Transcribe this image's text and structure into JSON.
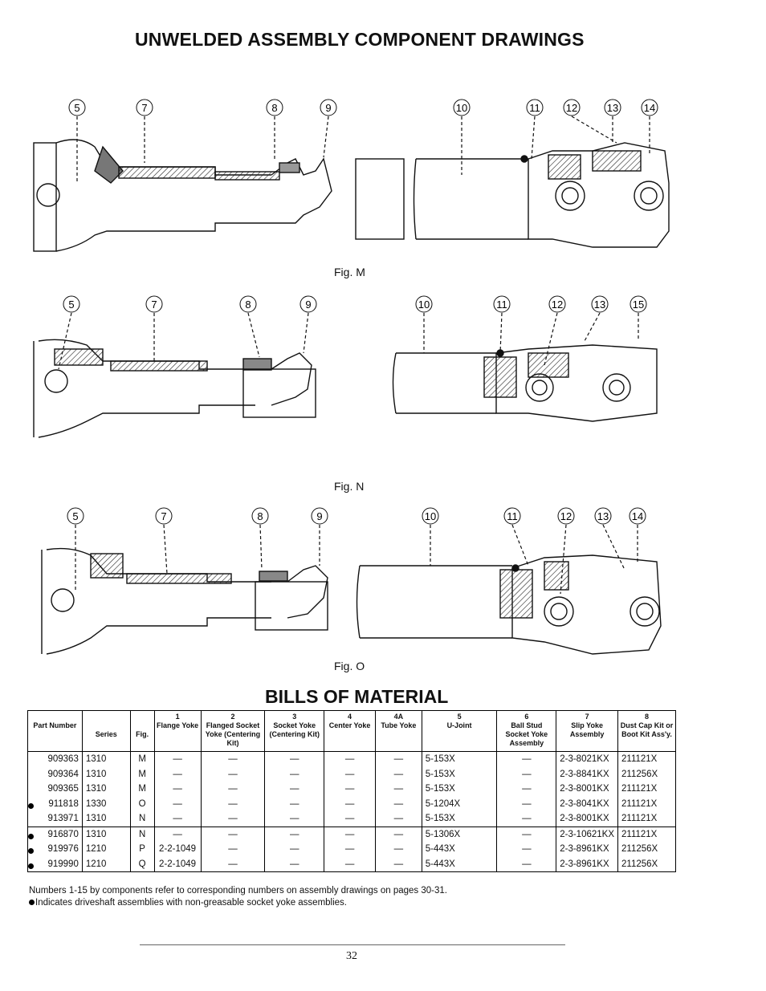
{
  "page_title": "UNWELDED ASSEMBLY COMPONENT DRAWINGS",
  "figures": [
    {
      "caption": "Fig. M",
      "callouts": [
        "5",
        "7",
        "8",
        "9",
        "10",
        "11",
        "12",
        "13",
        "14"
      ]
    },
    {
      "caption": "Fig. N",
      "callouts": [
        "5",
        "7",
        "8",
        "9",
        "10",
        "11",
        "12",
        "13",
        "15"
      ]
    },
    {
      "caption": "Fig. O",
      "callouts": [
        "5",
        "7",
        "8",
        "9",
        "10",
        "11",
        "12",
        "13",
        "14"
      ]
    }
  ],
  "bom": {
    "title": "BILLS OF MATERIAL",
    "headers": [
      {
        "num": "",
        "label": "Part Number"
      },
      {
        "num": "",
        "label": "Series"
      },
      {
        "num": "",
        "label": "Fig."
      },
      {
        "num": "1",
        "label": "Flange Yoke"
      },
      {
        "num": "2",
        "label": "Flanged Socket Yoke (Centering Kit)"
      },
      {
        "num": "3",
        "label": "Socket Yoke (Centering Kit)"
      },
      {
        "num": "4",
        "label": "Center Yoke"
      },
      {
        "num": "4A",
        "label": "Tube Yoke"
      },
      {
        "num": "5",
        "label": "U-Joint"
      },
      {
        "num": "6",
        "label": "Ball Stud Socket Yoke Assembly"
      },
      {
        "num": "7",
        "label": "Slip Yoke Assembly"
      },
      {
        "num": "8",
        "label": "Dust Cap Kit or Boot Kit Ass'y."
      }
    ],
    "groups": [
      {
        "rows": [
          {
            "marker": false,
            "cells": [
              "909363",
              "1310",
              "M",
              "—",
              "—",
              "—",
              "—",
              "—",
              "5-153X",
              "—",
              "2-3-8021KX",
              "211121X"
            ]
          },
          {
            "marker": false,
            "cells": [
              "909364",
              "1310",
              "M",
              "—",
              "—",
              "—",
              "—",
              "—",
              "5-153X",
              "—",
              "2-3-8841KX",
              "211256X"
            ]
          },
          {
            "marker": false,
            "cells": [
              "909365",
              "1310",
              "M",
              "—",
              "—",
              "—",
              "—",
              "—",
              "5-153X",
              "—",
              "2-3-8001KX",
              "211121X"
            ]
          },
          {
            "marker": true,
            "cells": [
              "911818",
              "1330",
              "O",
              "—",
              "—",
              "—",
              "—",
              "—",
              "5-1204X",
              "—",
              "2-3-8041KX",
              "211121X"
            ]
          },
          {
            "marker": false,
            "cells": [
              "913971",
              "1310",
              "N",
              "—",
              "—",
              "—",
              "—",
              "—",
              "5-153X",
              "—",
              "2-3-8001KX",
              "211121X"
            ]
          }
        ]
      },
      {
        "rows": [
          {
            "marker": true,
            "cells": [
              "916870",
              "1310",
              "N",
              "—",
              "—",
              "—",
              "—",
              "—",
              "5-1306X",
              "—",
              "2-3-10621KX",
              "211121X"
            ]
          },
          {
            "marker": true,
            "cells": [
              "919976",
              "1210",
              "P",
              "2-2-1049",
              "—",
              "—",
              "—",
              "—",
              "5-443X",
              "—",
              "2-3-8961KX",
              "211256X"
            ]
          },
          {
            "marker": true,
            "cells": [
              "919990",
              "1210",
              "Q",
              "2-2-1049",
              "—",
              "—",
              "—",
              "—",
              "5-443X",
              "—",
              "2-3-8961KX",
              "211256X"
            ]
          }
        ]
      }
    ]
  },
  "notes": [
    "Numbers 1-15 by components refer to corresponding numbers on assembly drawings on pages 30-31.",
    "Indicates driveshaft assemblies with non-greasable socket yoke assemblies."
  ],
  "page_number": "32"
}
